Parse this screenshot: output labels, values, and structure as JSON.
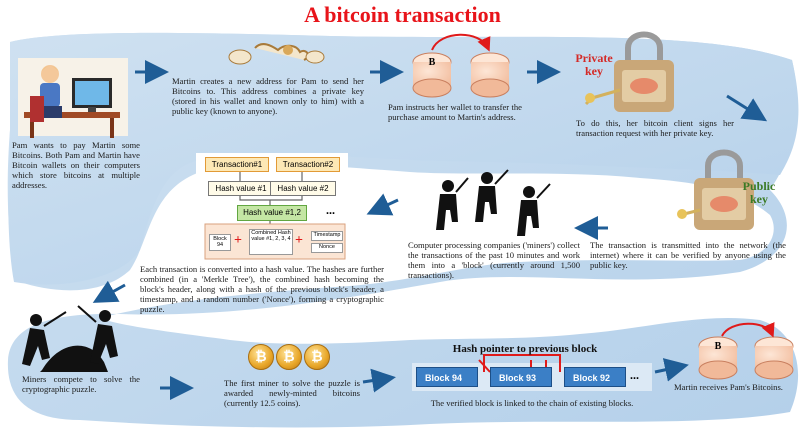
{
  "title": "A bitcoin transaction",
  "steps": {
    "s1": "Pam wants to pay Martin some Bitcoins. Both Pam and Martin have Bitcoin wallets on their computers which store bitcoins at multiple addresses.",
    "s2": "Martin creates a new address for Pam to send her Bitcoins to. This address combines a private key (stored in his wallet and known only to him) with a public key (known to anyone).",
    "s3": "Pam instructs her wallet to transfer the purchase amount to Martin's address.",
    "s4": "To do this, her bitcoin client signs her transaction request with her private key.",
    "s5": "The transaction is transmitted into the network (the internet) where it can be verified by anyone using the public key.",
    "s6": "Computer processing companies ('miners') collect the transactions of the past 10 minutes and work them into a 'block' (currently around 1,500 transactions).",
    "s7": "Each transaction is converted into a hash value. The hashes are further combined (in a 'Merkle Tree'), the combined hash becoming the block's header, along with a hash of the previous block's header, a timestamp, and a random number ('Nonce'), forming a cryptographic puzzle.",
    "s8": "Miners compete to solve the cryptographic puzzle.",
    "s9": "The first miner to solve the puzzle is awarded newly-minted bitcoins (currently 12.5 coins).",
    "s10": "The verified block is linked to the chain of existing blocks.",
    "s11": "Martin receives Pam's Bitcoins."
  },
  "labels": {
    "private_key": "Private key",
    "public_key": "Public key",
    "hash_pointer": "Hash pointer to previous block",
    "wallet_b": "B"
  },
  "merkle": {
    "tx1": "Transaction#1",
    "tx2": "Transaction#2",
    "hash1": "Hash value #1",
    "hash2": "Hash value #2",
    "hash12": "Hash value #1,2",
    "ellipsis": "...",
    "block_hash": "Block 94",
    "combined": "Combined Hash value #1, 2, 3, 4",
    "timestamp": "Timestamp",
    "nonce": "Nonce",
    "plus": "+"
  },
  "chain": {
    "blocks": [
      "Block 94",
      "Block 93",
      "Block 92"
    ],
    "ellipsis": "..."
  },
  "coins": [
    "₿",
    "₿",
    "₿"
  ],
  "colors": {
    "title": "#e8141a",
    "band": "#bcd6ec",
    "arrow": "#1f5d96",
    "block": "#3b7fc6",
    "private_key": "#d42a27",
    "public_key": "#3a7a25"
  }
}
